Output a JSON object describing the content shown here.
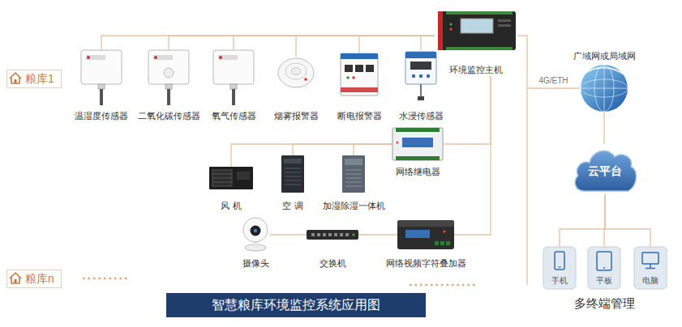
{
  "diagram": {
    "caption": "智慧粮库环境监控系统应用图",
    "nodes": [
      {
        "text": [
          "粮库1"
        ]
      },
      {
        "text": [
          "温湿度传感器"
        ]
      },
      {
        "text": [
          "二氧化碳传感器"
        ]
      },
      {
        "text": [
          "氧气传感器"
        ]
      },
      {
        "text": [
          "烟雾报警器"
        ]
      },
      {
        "text": [
          "断电报警器"
        ]
      },
      {
        "text": [
          "水浸传感器"
        ]
      },
      {
        "text": [
          "环境监控主机"
        ]
      },
      {
        "text": [
          "广域网或局域网"
        ]
      },
      {
        "text": [
          "网络继电器"
        ]
      },
      {
        "text": [
          "风 机"
        ]
      },
      {
        "text": [
          "空 调"
        ]
      },
      {
        "text": [
          "加湿除湿一体机"
        ]
      },
      {
        "text": [
          "云平台"
        ]
      },
      {
        "text": [
          "摄像头"
        ]
      },
      {
        "text": [
          "交换机"
        ]
      },
      {
        "text": [
          "网络视频字符叠加器"
        ]
      },
      {
        "text": [
          "手机"
        ]
      },
      {
        "text": [
          "平板"
        ]
      },
      {
        "text": [
          "电脑"
        ]
      },
      {
        "text": [
          "粮库n"
        ]
      }
    ],
    "edges": [
      {
        "from": 1,
        "to": 7,
        "arrow": "none"
      },
      {
        "from": 2,
        "to": 7,
        "arrow": "none"
      },
      {
        "from": 3,
        "to": 7,
        "arrow": "none"
      },
      {
        "from": 4,
        "to": 7,
        "arrow": "none"
      },
      {
        "from": 5,
        "to": 7,
        "arrow": "none"
      },
      {
        "from": 6,
        "to": 7,
        "arrow": "none"
      },
      {
        "from": 7,
        "to": 8,
        "label": "4G/ETH",
        "arrow": "none"
      },
      {
        "from": 7,
        "to": 9,
        "arrow": "none"
      },
      {
        "from": 9,
        "to": 10,
        "arrow": "none"
      },
      {
        "from": 9,
        "to": 11,
        "arrow": "none"
      },
      {
        "from": 9,
        "to": 12,
        "arrow": "none"
      },
      {
        "from": 14,
        "to": 15,
        "arrow": "none"
      },
      {
        "from": 15,
        "to": 16,
        "arrow": "none"
      },
      {
        "from": 16,
        "to": 7,
        "arrow": "none"
      },
      {
        "from": 8,
        "to": 13,
        "arrow": "none"
      },
      {
        "from": 13,
        "to": 17,
        "arrow": "none"
      },
      {
        "from": 13,
        "to": 18,
        "arrow": "none"
      },
      {
        "from": 13,
        "to": 19,
        "arrow": "none"
      }
    ],
    "labels": [
      "多终端管理"
    ]
  }
}
